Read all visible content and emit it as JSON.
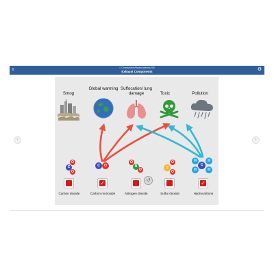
{
  "header": {
    "subtitle": "< Combustion/Hydrocarbons 5/9",
    "title": "Exhaust Components",
    "menu_icon": "menu-icon",
    "settings_icon": "gear-icon"
  },
  "nav": {
    "prev_icon": "chevron-left-icon",
    "next_icon": "chevron-right-icon"
  },
  "effects": [
    {
      "label": "Smog",
      "icon": "smog-icon"
    },
    {
      "label": "Global warming",
      "icon": "globe-icon"
    },
    {
      "label": "Suffocation/ lung damage",
      "icon": "lungs-icon"
    },
    {
      "label": "Toxic",
      "icon": "skull-crossbones-icon"
    },
    {
      "label": "Pollution",
      "icon": "acid-rain-cloud-icon"
    }
  ],
  "components": [
    {
      "label": "Carbon dioxide",
      "checked": false,
      "atoms": [
        "O",
        "C",
        "O"
      ]
    },
    {
      "label": "Carbon monoxide",
      "checked": true,
      "atoms": [
        "C",
        "O"
      ]
    },
    {
      "label": "Nitrogen dioxide",
      "checked": false,
      "atoms": [
        "O",
        "N",
        "O"
      ]
    },
    {
      "label": "Sulfur dioxide",
      "checked": false,
      "atoms": [
        "O",
        "S",
        "O"
      ]
    },
    {
      "label": "Hydrocarbons",
      "checked": true,
      "atoms": [
        "H",
        "H",
        "C",
        "H",
        "H"
      ]
    }
  ],
  "colors": {
    "header": "#2e5f9b",
    "red_arrow": "#e8513f",
    "blue_arrow": "#31b9d6",
    "checkbox": "#d21c1c",
    "oxygen": "#e5332a",
    "carbon": "#3a4fbf",
    "nitrogen": "#2e9a3e",
    "sulfur": "#f0b62a",
    "hydrogen": "#22a6e0"
  }
}
